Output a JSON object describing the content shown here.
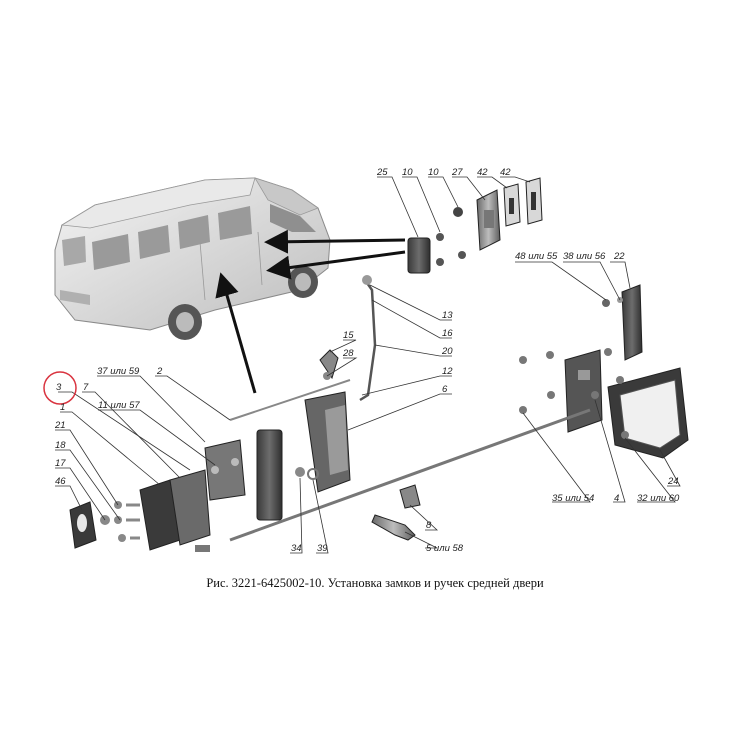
{
  "caption": "Рис. 3221-6425002-10. Установка замков и ручек средней двери",
  "highlight_color": "#d9333f",
  "labels": {
    "l25": "25",
    "l10a": "10",
    "l10b": "10",
    "l27": "27",
    "l42a": "42",
    "l42b": "42",
    "l48": "48 или 55",
    "l38": "38 или 56",
    "l22": "22",
    "l15": "15",
    "l28": "28",
    "l13": "13",
    "l16": "16",
    "l20": "20",
    "l12": "12",
    "l6": "6",
    "l37": "37 или 59",
    "l2": "2",
    "l3": "3",
    "l7": "7",
    "l11": "11 или 57",
    "l1": "1",
    "l21": "21",
    "l18": "18",
    "l17": "17",
    "l46": "46",
    "l34": "34",
    "l39": "39",
    "l8": "8",
    "l5": "5 или 58",
    "l35": "35 или 54",
    "l4": "4",
    "l32": "32 или 60",
    "l24": "24"
  }
}
